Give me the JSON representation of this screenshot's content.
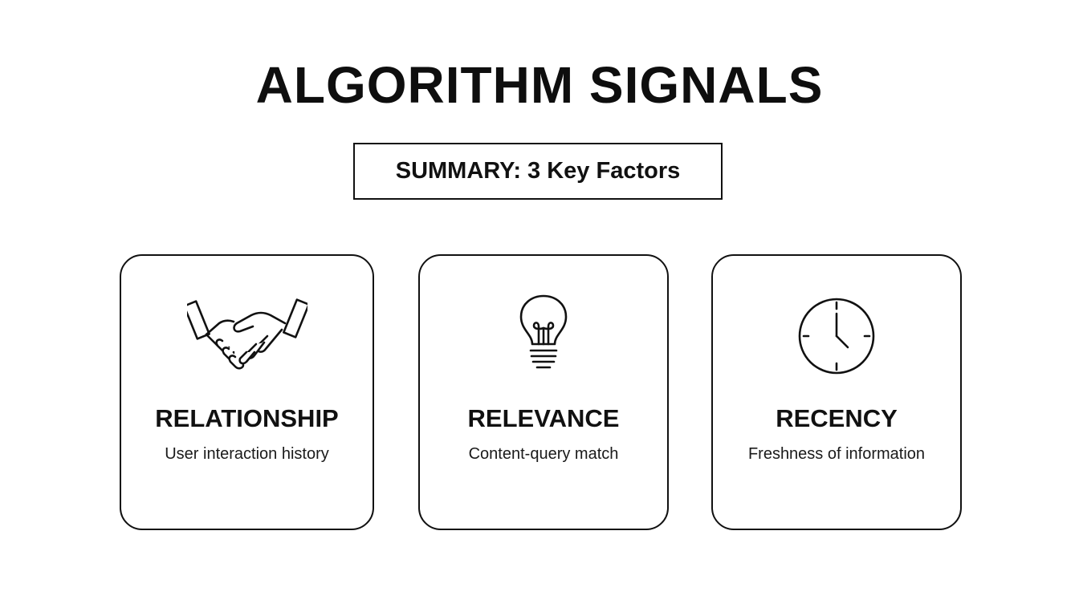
{
  "title": "ALGORITHM SIGNALS",
  "summary": "SUMMARY: 3 Key Factors",
  "cards": [
    {
      "icon": "handshake-icon",
      "heading": "RELATIONSHIP",
      "description": "User interaction history"
    },
    {
      "icon": "lightbulb-icon",
      "heading": "RELEVANCE",
      "description": "Content-query match"
    },
    {
      "icon": "clock-icon",
      "heading": "RECENCY",
      "description": "Freshness of information"
    }
  ],
  "colors": {
    "ink": "#111111",
    "background": "#ffffff"
  }
}
